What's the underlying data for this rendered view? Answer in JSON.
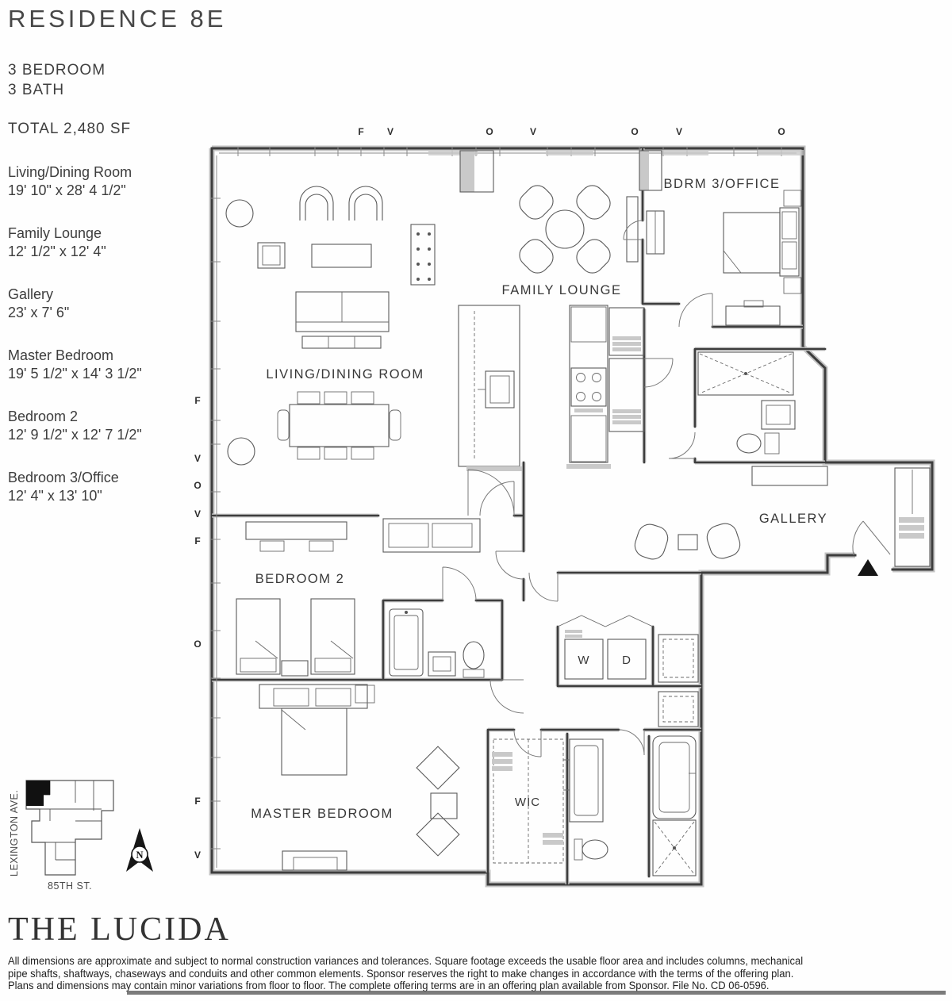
{
  "title": {
    "residence": "RESIDENCE 8E",
    "bedrooms": "3 BEDROOM",
    "baths": "3 BATH",
    "total": "TOTAL 2,480 SF"
  },
  "room_list": [
    {
      "name": "Living/Dining Room",
      "dims": "19' 10\" x 28' 4 1/2\""
    },
    {
      "name": "Family Lounge",
      "dims": "12' 1/2\" x 12' 4\""
    },
    {
      "name": "Gallery",
      "dims": "23' x 7' 6\""
    },
    {
      "name": "Master Bedroom",
      "dims": "19' 5 1/2\" x 14' 3 1/2\""
    },
    {
      "name": "Bedroom 2",
      "dims": "12' 9 1/2\" x 12' 7 1/2\""
    },
    {
      "name": "Bedroom 3/Office",
      "dims": "12' 4\" x 13' 10\""
    }
  ],
  "plan_labels": {
    "living_dining": "LIVING/DINING ROOM",
    "family_lounge": "FAMILY LOUNGE",
    "bdrm3": "BDRM 3/OFFICE",
    "gallery": "GALLERY",
    "bedroom2": "BEDROOM 2",
    "master": "MASTER BEDROOM",
    "wic": "WIC",
    "washer": "W",
    "dryer": "D"
  },
  "markers": {
    "top": [
      "F",
      "V",
      "O",
      "V",
      "O",
      "V",
      "O"
    ],
    "left": [
      "F",
      "V",
      "O",
      "V",
      "F",
      "O",
      "F",
      "V"
    ]
  },
  "keyplan": {
    "avenue": "LEXINGTON AVE.",
    "street": "85TH ST.",
    "north": "N"
  },
  "brand": "THE LUCIDA",
  "disclaimer": [
    "All dimensions are approximate and subject to normal construction variances and tolerances.  Square footage exceeds the usable floor area and includes columns, mechanical",
    "pipe shafts, shaftways, chaseways and conduits and other common elements.  Sponsor reserves the right to make changes in accordance with the terms of the offering plan.",
    "Plans and dimensions may contain minor variations from floor to floor. The complete offering terms are in an offering plan available from Sponsor.  File No. CD 06-0596."
  ],
  "colors": {
    "wall": "#3d3d3d",
    "wall_shadow": "#c3c3c3",
    "furniture": "#5a5a5a",
    "text": "#3c3c3c",
    "entry_marker": "#151515"
  }
}
